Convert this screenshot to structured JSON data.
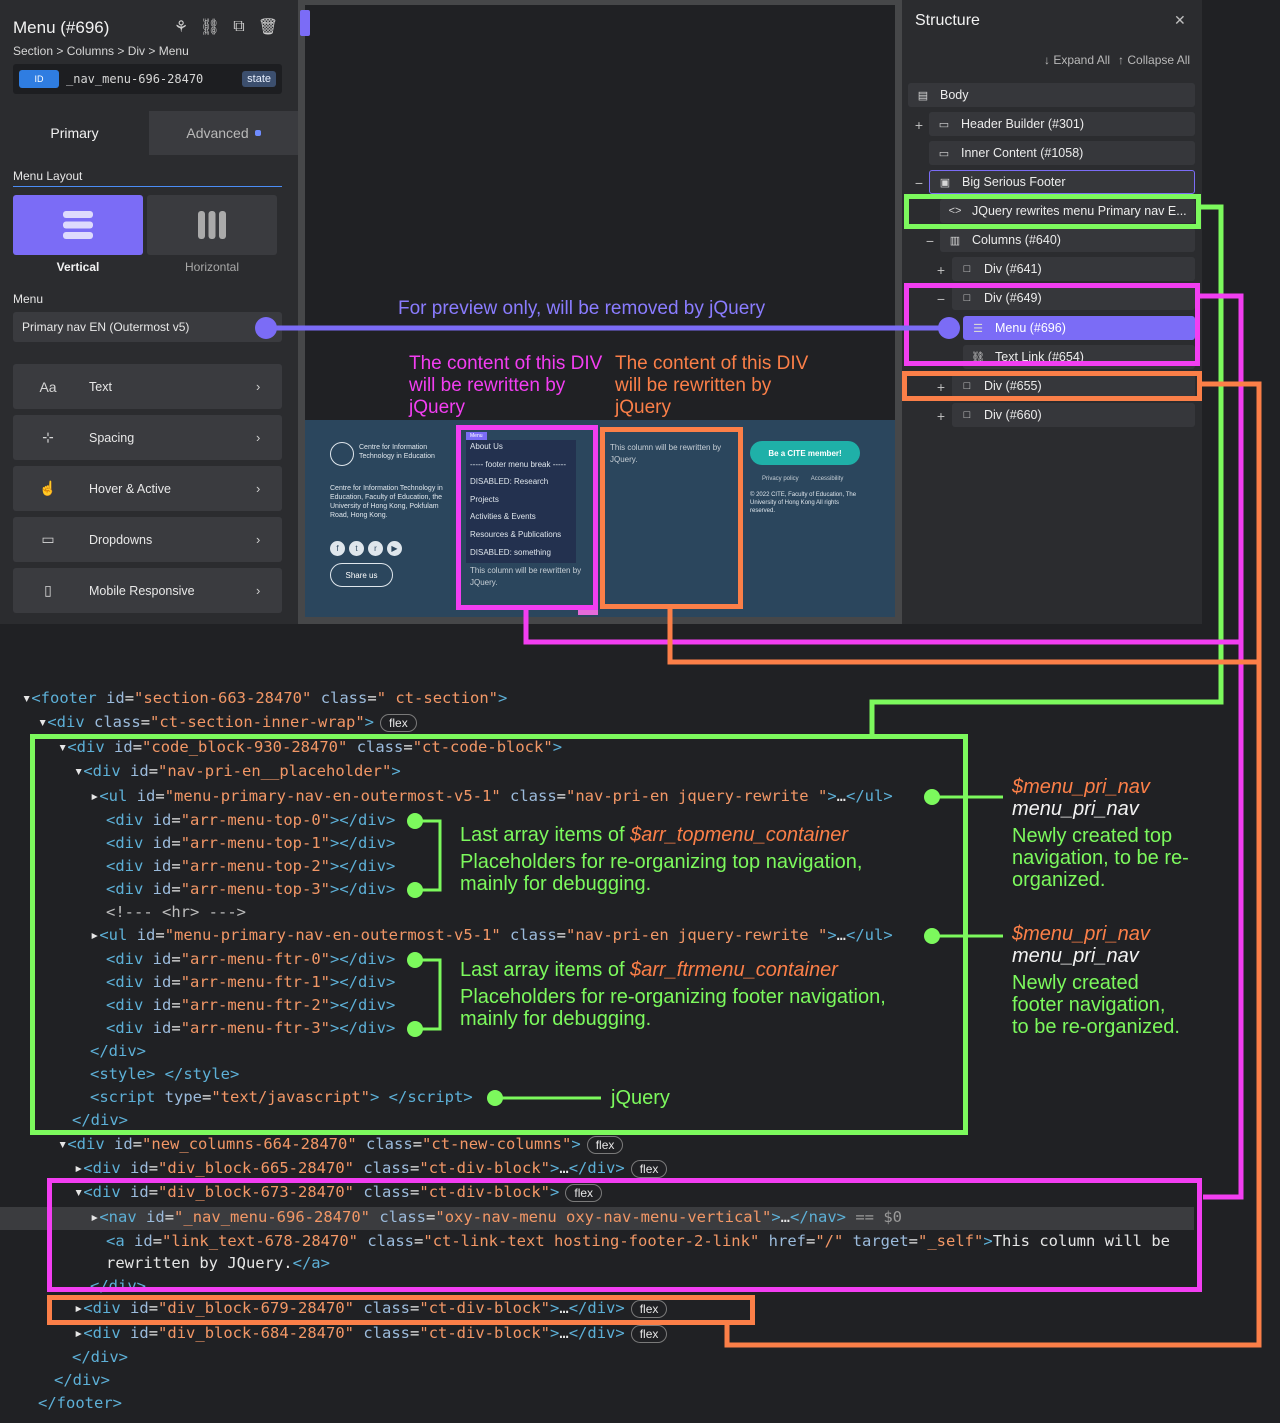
{
  "left_panel": {
    "title": "Menu (#696)",
    "breadcrumb": "Section > Columns > Div > Menu",
    "id_tag": "ID",
    "id_value": "_nav_menu-696-28470",
    "state_label": "state",
    "tabs": [
      {
        "label": "Primary"
      },
      {
        "label": "Advanced"
      }
    ],
    "section_label": "Menu Layout",
    "layout_vertical": "Vertical",
    "layout_horizontal": "Horizontal",
    "menu_label": "Menu",
    "menu_value": "Primary nav EN (Outermost v5)",
    "accordions": [
      {
        "label": "Text",
        "icon": "text-icon"
      },
      {
        "label": "Spacing",
        "icon": "spacing-icon"
      },
      {
        "label": "Hover & Active",
        "icon": "hover-icon"
      },
      {
        "label": "Dropdowns",
        "icon": "dropdown-icon"
      },
      {
        "label": "Mobile Responsive",
        "icon": "mobile-icon"
      }
    ]
  },
  "canvas": {
    "preview_note": "For preview only, will be removed by jQuery",
    "note_magenta": "The content of this DIV will be rewritten by jQuery",
    "note_orange": "The content of this DIV will be rewritten by jQuery",
    "footer": {
      "logo_text": "Centre for Information Technology in Education",
      "address": "Centre for Information Technology in Education, Faculty of Education, the University of Hong Kong, Pokfulam Road, Hong Kong.",
      "share": "Share us",
      "menu_tag": "Menu",
      "menu_items": [
        "About Us",
        "----- footer menu break -----",
        "DISABLED: Research",
        "Projects",
        "Activities & Events",
        "Resources & Publications",
        "DISABLED: something"
      ],
      "rewrite_note_1": "This column will be rewritten by JQuery.",
      "rewrite_note_2": "This column will be rewritten by JQuery.",
      "cta": "Be a CITE member!",
      "links": [
        "Privacy policy",
        "Accessibility"
      ],
      "copyright": "© 2022 CITE, Faculty of Education, The University of Hong Kong All rights reserved."
    }
  },
  "structure": {
    "title": "Structure",
    "expand_all": "↓ Expand All",
    "collapse_all": "↑ Collapse All",
    "rows": [
      {
        "label": "Body"
      },
      {
        "label": "Header Builder (#301)"
      },
      {
        "label": "Inner Content (#1058)"
      },
      {
        "label": "Big Serious Footer"
      },
      {
        "label": "JQuery rewrites menu Primary nav E..."
      },
      {
        "label": "Columns (#640)"
      },
      {
        "label": "Div (#641)"
      },
      {
        "label": "Div (#649)"
      },
      {
        "label": "Menu (#696)"
      },
      {
        "label": "Text Link (#654)"
      },
      {
        "label": "Div (#655)"
      },
      {
        "label": "Div (#660)"
      }
    ]
  },
  "annotations": {
    "var_menu": "$menu_pri_nav",
    "var_menu_plain": "menu_pri_nav",
    "top_nav_desc": "Newly created top navigation, to be re-organized.",
    "footer_nav_desc": "Newly created footer navigation, to be re-organized.",
    "top_arr_prefix": "Last array items of",
    "top_arr_var": "$arr_topmenu_container",
    "top_arr_desc": "Placeholders for re-organizing top navigation, mainly for debugging.",
    "ftr_arr_prefix": "Last array items of",
    "ftr_arr_var": "$arr_ftrmenu_container",
    "ftr_arr_desc": "Placeholders for re-organizing footer navigation, mainly for debugging.",
    "jquery": "jQuery"
  },
  "colors": {
    "green": "#7cf95d",
    "magenta": "#f23ef1",
    "orange": "#fb7f48",
    "purple": "#7b6cf6"
  }
}
